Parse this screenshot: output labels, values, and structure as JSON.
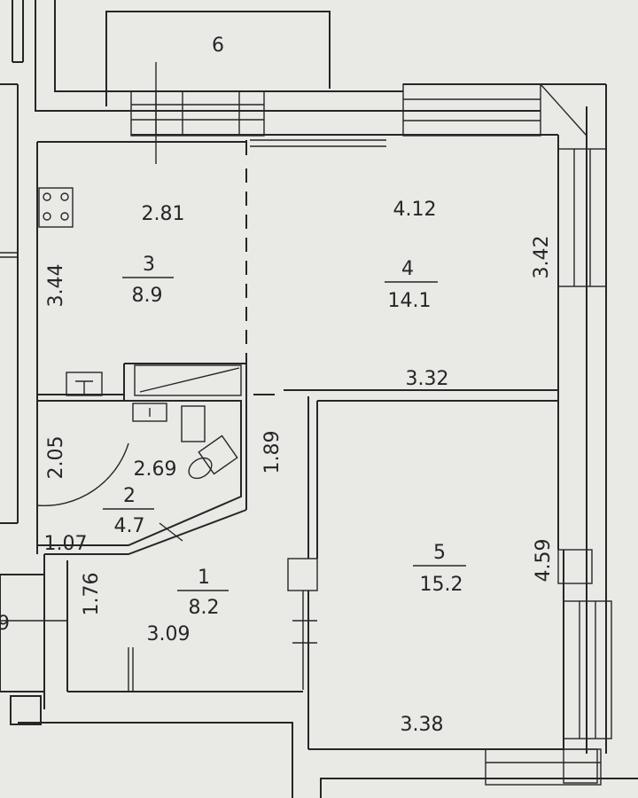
{
  "plan": {
    "neighbor_room": "6",
    "edge_fragment": "9",
    "rooms": [
      {
        "number": "3",
        "area": "8.9"
      },
      {
        "number": "4",
        "area": "14.1"
      },
      {
        "number": "2",
        "area": "4.7"
      },
      {
        "number": "1",
        "area": "8.2"
      },
      {
        "number": "5",
        "area": "15.2"
      }
    ],
    "dimensions": {
      "kitchen_width": "2.81",
      "kitchen_height": "3.44",
      "room4_width": "4.12",
      "room4_height": "3.42",
      "room4_bottom": "3.32",
      "bath_height": "2.05",
      "bath_width": "2.69",
      "bath_bottom": "1.07",
      "corridor_height": "1.89",
      "hall_height": "1.76",
      "hall_width": "3.09",
      "room5_height": "4.59",
      "room5_width": "3.38"
    }
  }
}
